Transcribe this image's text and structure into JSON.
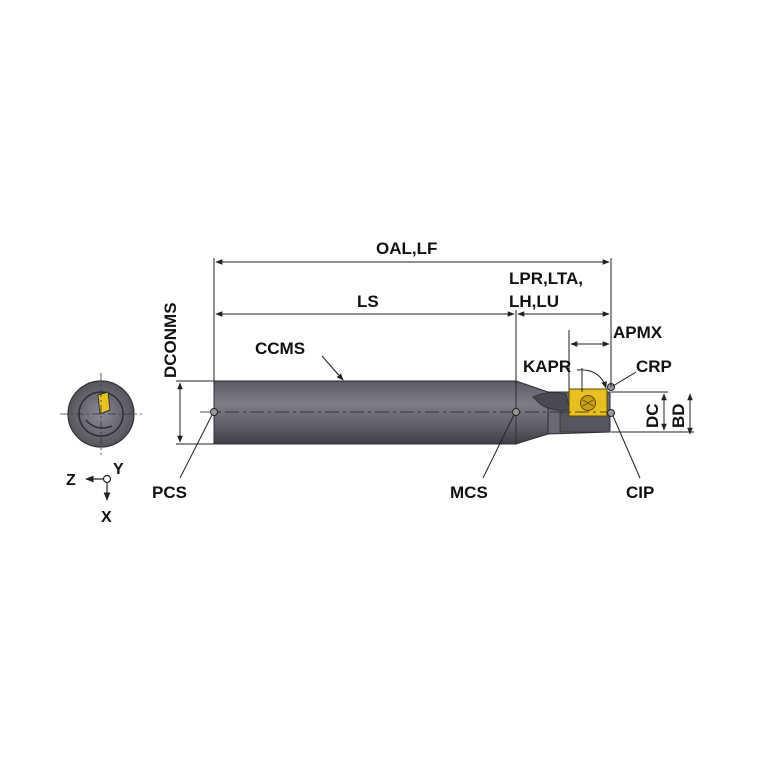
{
  "labels": {
    "oal_lf": "OAL,LF",
    "ls": "LS",
    "lpr_lta": "LPR,LTA,",
    "lh_lu": "LH,LU",
    "apmx": "APMX",
    "kapr": "KAPR",
    "crp": "CRP",
    "dc": "DC",
    "bd": "BD",
    "dconms": "DCONMS",
    "ccms": "CCMS",
    "pcs": "PCS",
    "mcs": "MCS",
    "cip": "CIP"
  },
  "axes": {
    "z": "Z",
    "y": "Y",
    "x": "X"
  },
  "colors": {
    "body": "#6f6f78",
    "body_dark": "#4a4a52",
    "insert": "#e8c020",
    "line": "#222222"
  }
}
